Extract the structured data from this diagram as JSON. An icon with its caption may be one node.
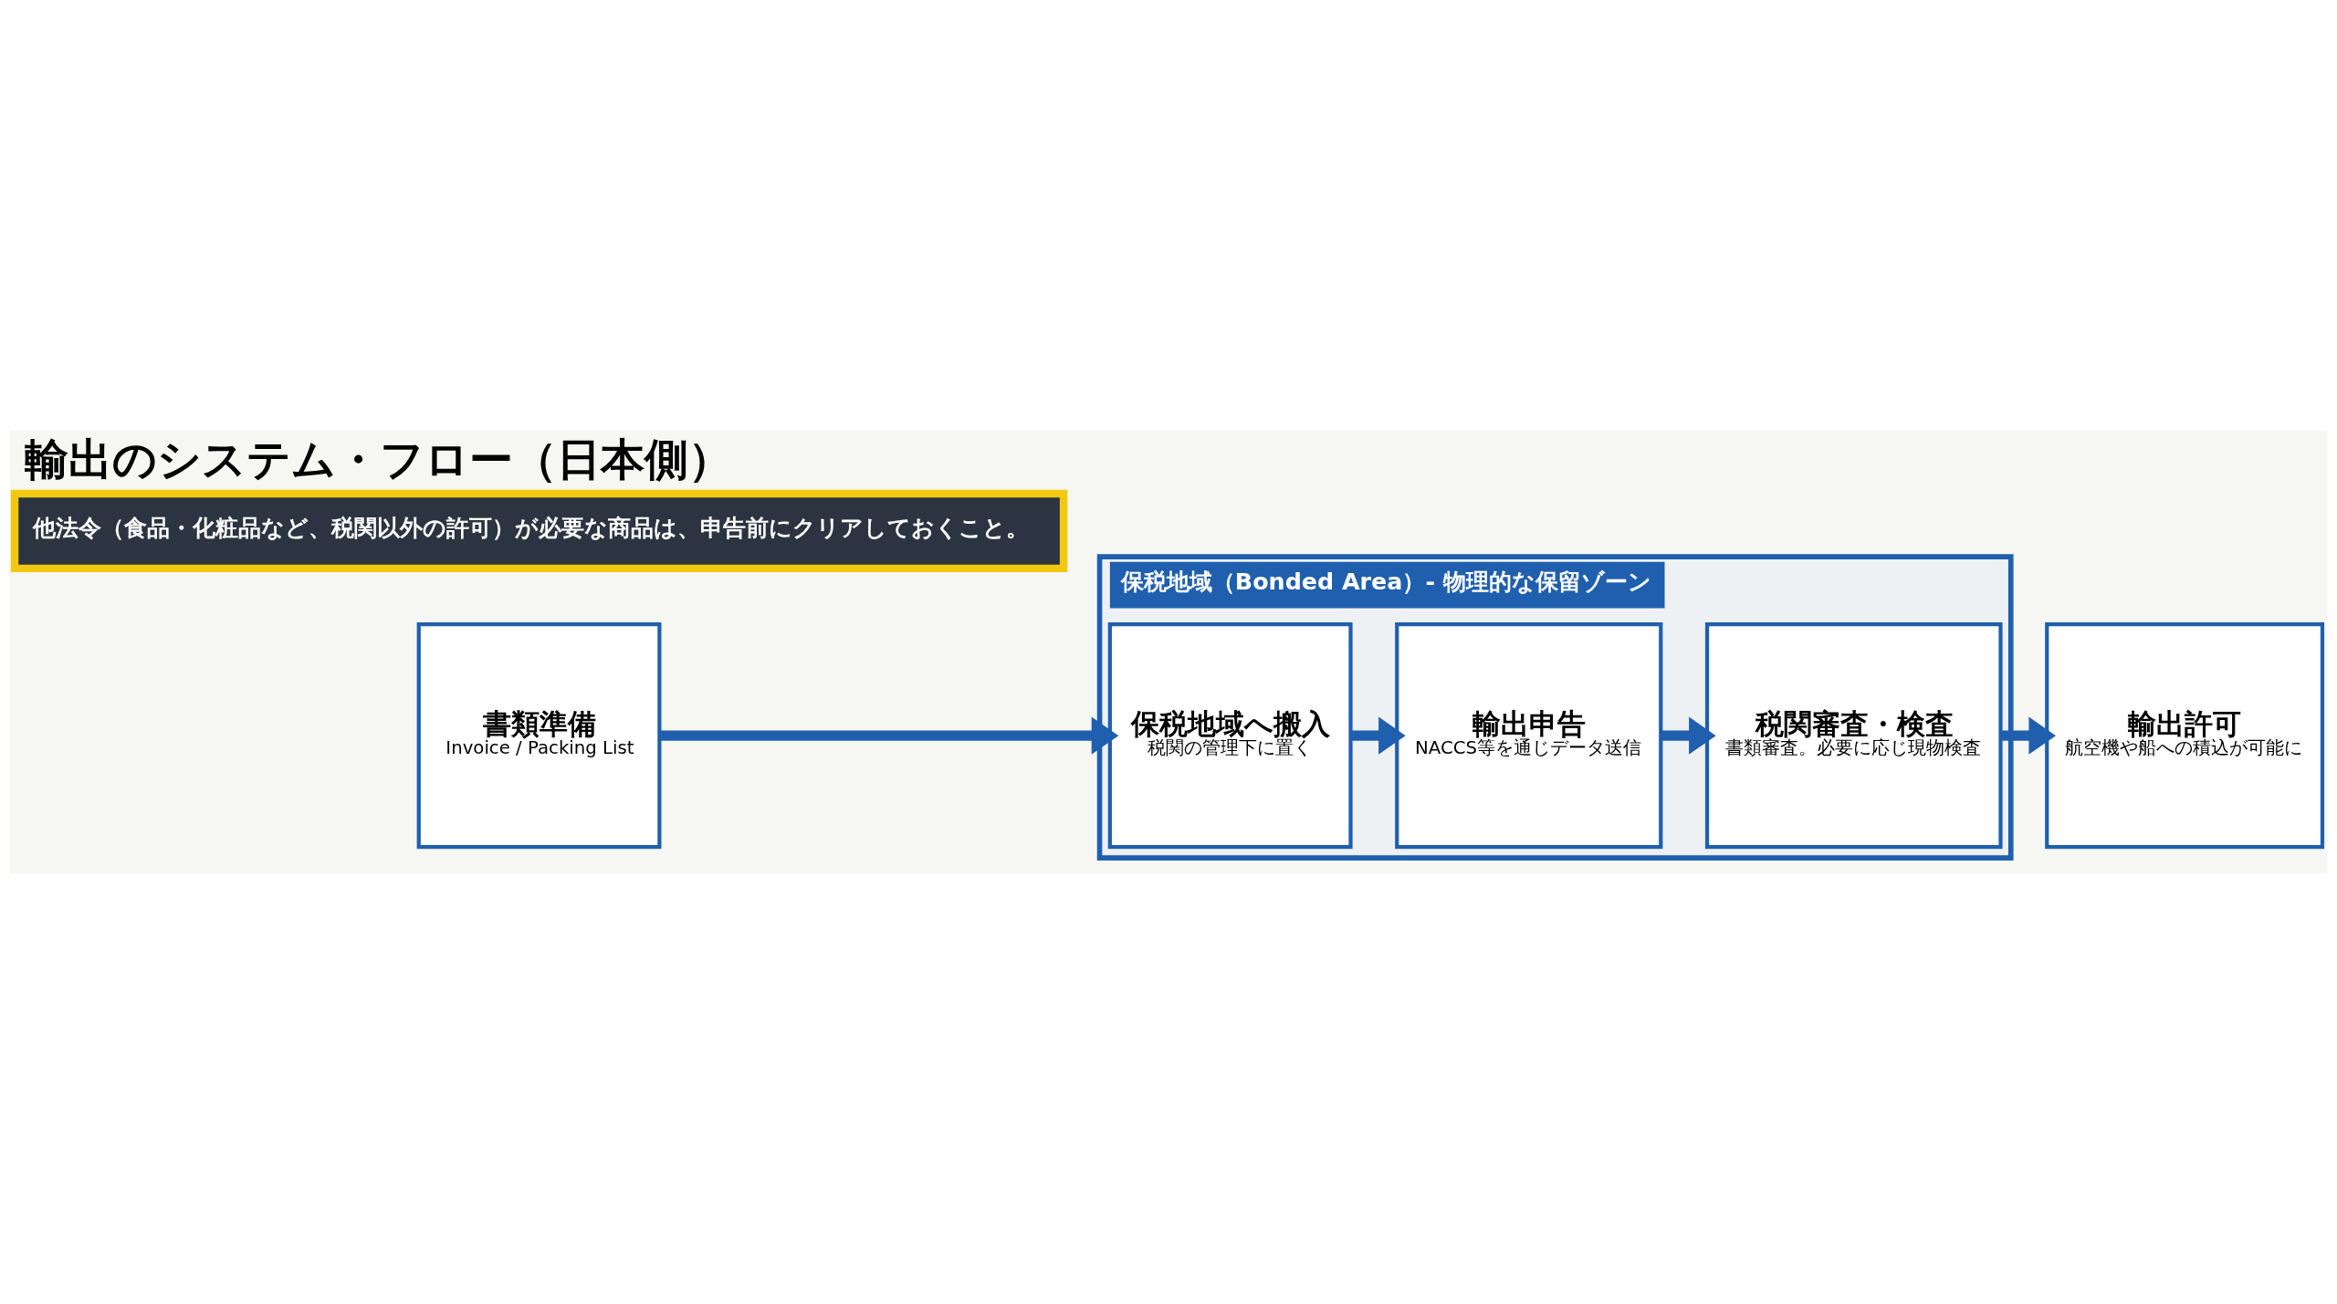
{
  "diagram": {
    "title": "輸出のシステム・フロー（日本側）",
    "nodes": [
      {
        "text": [
          "書類準備",
          "Invoice / Packing List"
        ]
      },
      {
        "text": [
          "保税地域（Bonded Area）- 物理的な保留ゾーン"
        ]
      },
      {
        "text": [
          "保税地域へ搬入",
          "税関の管理下に置く"
        ],
        "in": 1
      },
      {
        "text": [
          "輸出申告",
          "NACCS等を通じデータ送信"
        ],
        "in": 1
      },
      {
        "text": [
          "税関審査・検査",
          "書類審査。必要に応じ現物検査"
        ],
        "in": 1
      },
      {
        "text": [
          "輸出許可",
          "航空機や船への積込が可能に"
        ]
      },
      {
        "text": [
          "他法令（食品・化粧品など、税関以外の許可）が必要な商品は、申告前にクリアしておくこと。"
        ]
      }
    ],
    "edges": [
      {
        "from": 0,
        "to": 2,
        "arrow": "to"
      },
      {
        "from": 2,
        "to": 3,
        "arrow": "to"
      },
      {
        "from": 3,
        "to": 4,
        "arrow": "to"
      },
      {
        "from": 4,
        "to": 5,
        "arrow": "to"
      }
    ]
  }
}
